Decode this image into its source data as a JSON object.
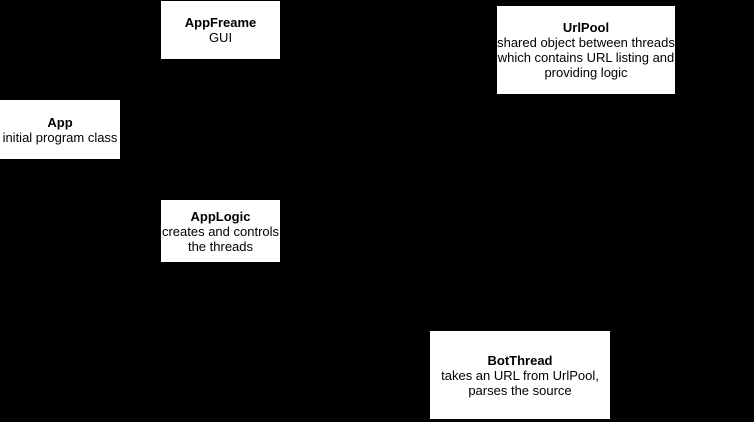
{
  "diagram": {
    "background_color": "#000000",
    "node_fill_color": "#ffffff",
    "node_text_color": "#000000",
    "nodes": [
      {
        "id": "app-freame",
        "title": "AppFreame",
        "description": "GUI"
      },
      {
        "id": "url-pool",
        "title": "UrlPool",
        "description": "shared object between threads\nwhich contains URL listing and\nproviding logic"
      },
      {
        "id": "app",
        "title": "App",
        "description": "initial program class"
      },
      {
        "id": "app-logic",
        "title": "AppLogic",
        "description": "creates and controls\nthe threads"
      },
      {
        "id": "bot-thread",
        "title": "BotThread",
        "description": "takes an URL from UrlPool,\nparses the source"
      }
    ]
  }
}
